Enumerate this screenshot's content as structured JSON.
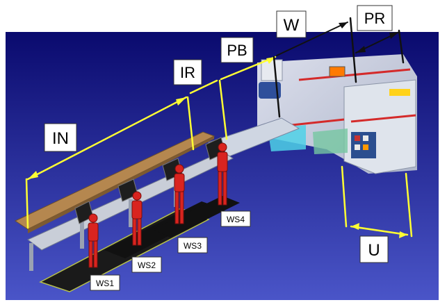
{
  "labels": {
    "in": "IN",
    "ir": "IR",
    "pb": "PB",
    "w": "W",
    "pr": "PR",
    "u": "U",
    "ws1": "WS1",
    "ws2": "WS2",
    "ws3": "WS3",
    "ws4": "WS4"
  },
  "colors": {
    "background_top": "#0a0a6e",
    "background_bottom": "#4a55c8",
    "dimension_line": "#ffff33",
    "dimension_arrow_dark": "#000000",
    "machine_body": "#d8dde6",
    "accent_red": "#d42a2a",
    "worker": "#d9241f",
    "bench_wood": "#b5874f",
    "floor_mat": "#1a1a1a",
    "label_box_bg": "#ffffff"
  },
  "icons": {
    "worker_figure": "crash-test-dummy-icon",
    "workbench": "workbench-icon",
    "machine": "production-machine-icon"
  }
}
